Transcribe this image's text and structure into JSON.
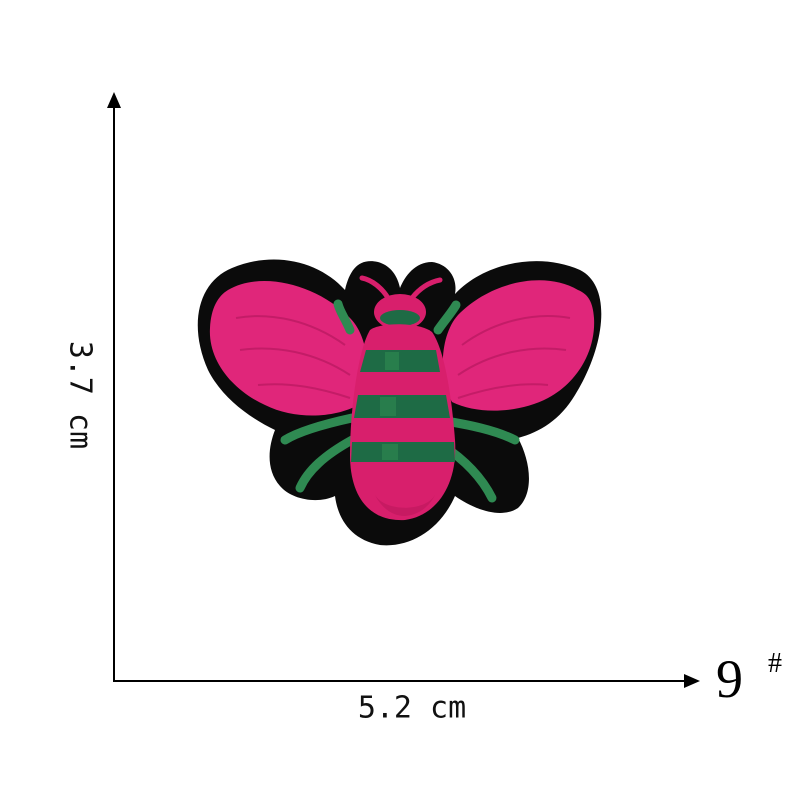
{
  "dimensions": {
    "height_label": "3.7 cm",
    "width_label": "5.2 cm"
  },
  "model": {
    "number": "9",
    "symbol": "#"
  },
  "product": {
    "icon": "bee-embroidered-patch",
    "colors": {
      "wing": "#e0267a",
      "body_pink": "#d81f6c",
      "stripe_green": "#1e6b45",
      "leg_green": "#2f8a52",
      "border": "#0b0b0b"
    }
  }
}
